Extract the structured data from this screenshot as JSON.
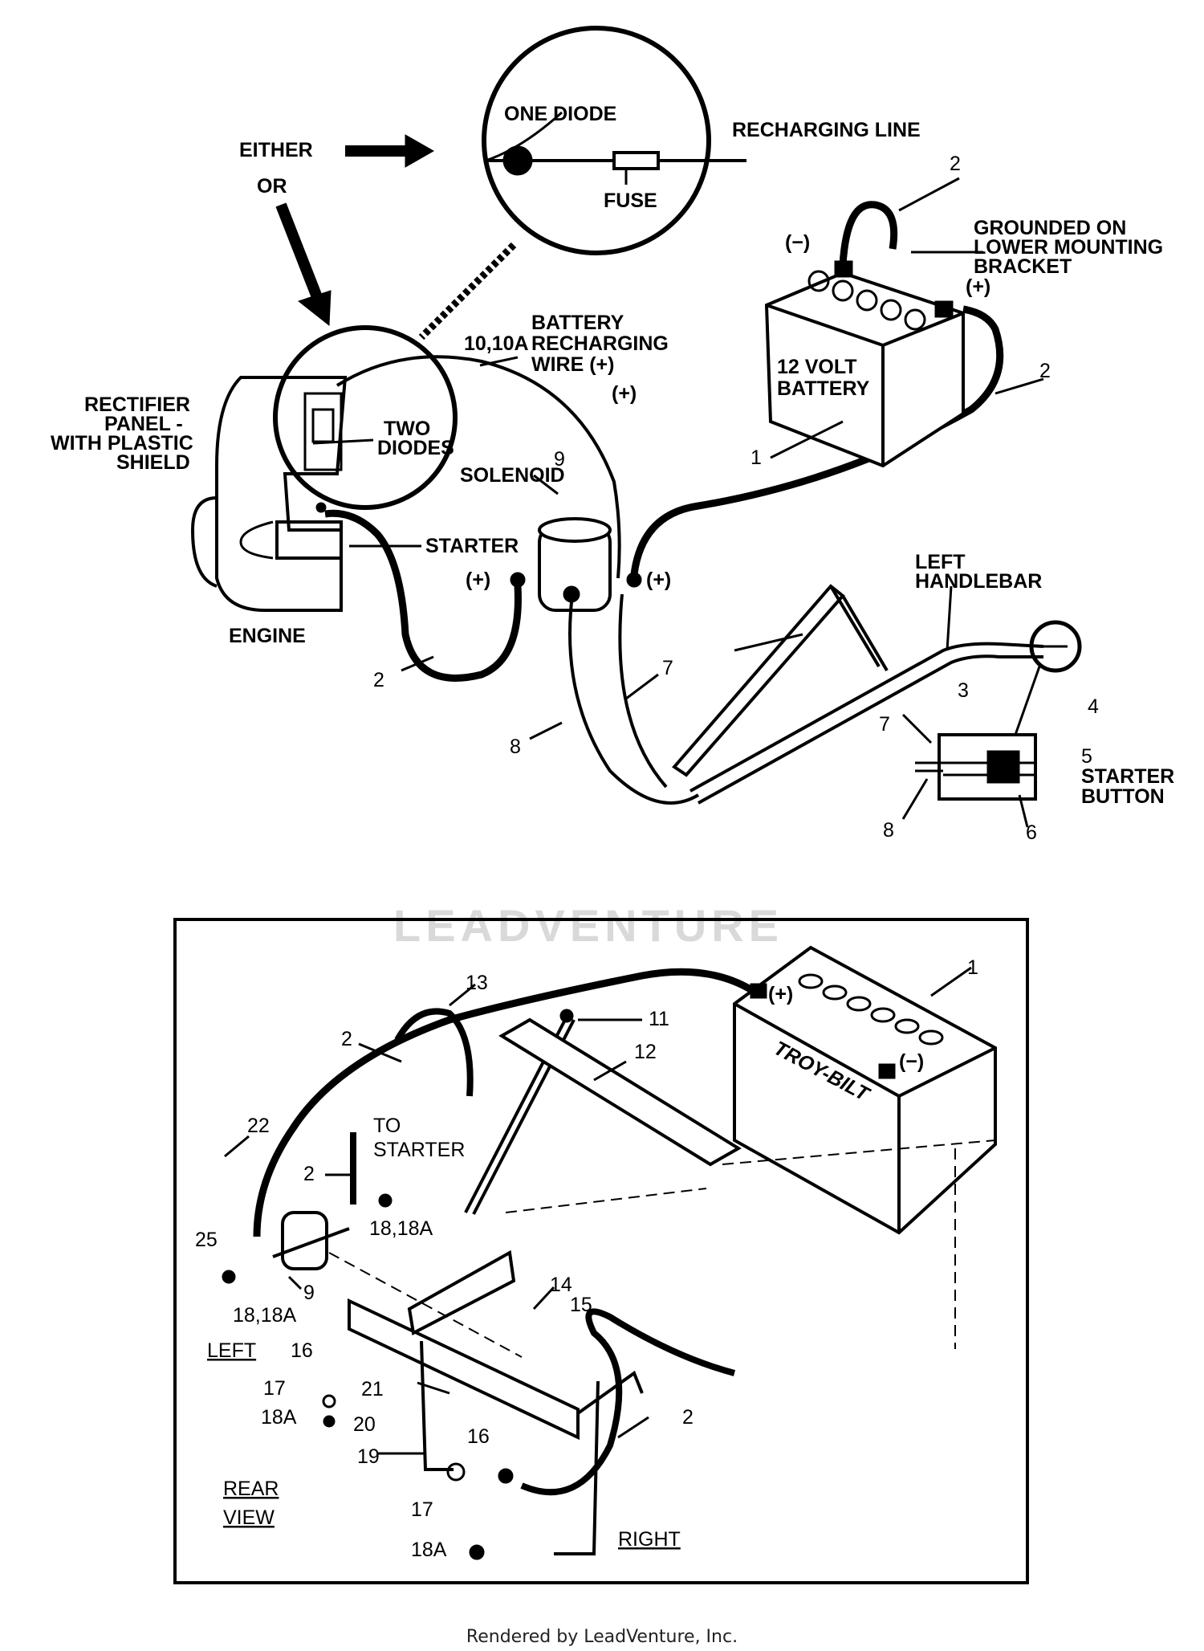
{
  "top": {
    "either": "EITHER",
    "or": "OR",
    "one_diode": "ONE DIODE",
    "recharging_line": "RECHARGING LINE",
    "fuse": "FUSE",
    "grounded_1": "GROUNDED ON",
    "grounded_2": "LOWER MOUNTING",
    "grounded_3": "BRACKET",
    "minus": "(−)",
    "plus": "(+)",
    "battery_1": "BATTERY",
    "battery_2": "RECHARGING",
    "battery_3": "WIRE (+)",
    "ref_10": "10,10A",
    "volt_1": "12 VOLT",
    "volt_2": "BATTERY",
    "rectifier_1": "RECTIFIER",
    "rectifier_2": "PANEL -",
    "rectifier_3": "WITH PLASTIC",
    "rectifier_4": "SHIELD",
    "two_diodes_1": "TWO",
    "two_diodes_2": "DIODES",
    "solenoid": "SOLENOID",
    "starter": "STARTER",
    "engine": "ENGINE",
    "left_handlebar_1": "LEFT",
    "left_handlebar_2": "HANDLEBAR",
    "starter_button_1": "STARTER",
    "starter_button_2": "BUTTON",
    "n1": "1",
    "n2a": "2",
    "n2b": "2",
    "n2c": "2",
    "n3": "3",
    "n4": "4",
    "n5": "5",
    "n6": "6",
    "n7a": "7",
    "n7b": "7",
    "n8a": "8",
    "n8b": "8",
    "n9": "9"
  },
  "bottom": {
    "to_starter_1": "TO",
    "to_starter_2": "STARTER",
    "left": "LEFT",
    "right": "RIGHT",
    "rear_1": "REAR",
    "rear_2": "VIEW",
    "plus": "(+)",
    "minus": "(−)",
    "brand": "TROY-BILT",
    "n1": "1",
    "n2a": "2",
    "n2b": "2",
    "n2c": "2",
    "n9": "9",
    "n11": "11",
    "n12": "12",
    "n13": "13",
    "n14": "14",
    "n15": "15",
    "n16a": "16",
    "n16b": "16",
    "n17a": "17",
    "n17b": "17",
    "n18a": "18,18A",
    "n18b": "18,18A",
    "n18c": "18A",
    "n18d": "18A",
    "n19": "19",
    "n20": "20",
    "n21": "21",
    "n22": "22",
    "n25": "25"
  },
  "watermark": "LEADVENTURE",
  "footer": "Rendered by LeadVenture, Inc."
}
